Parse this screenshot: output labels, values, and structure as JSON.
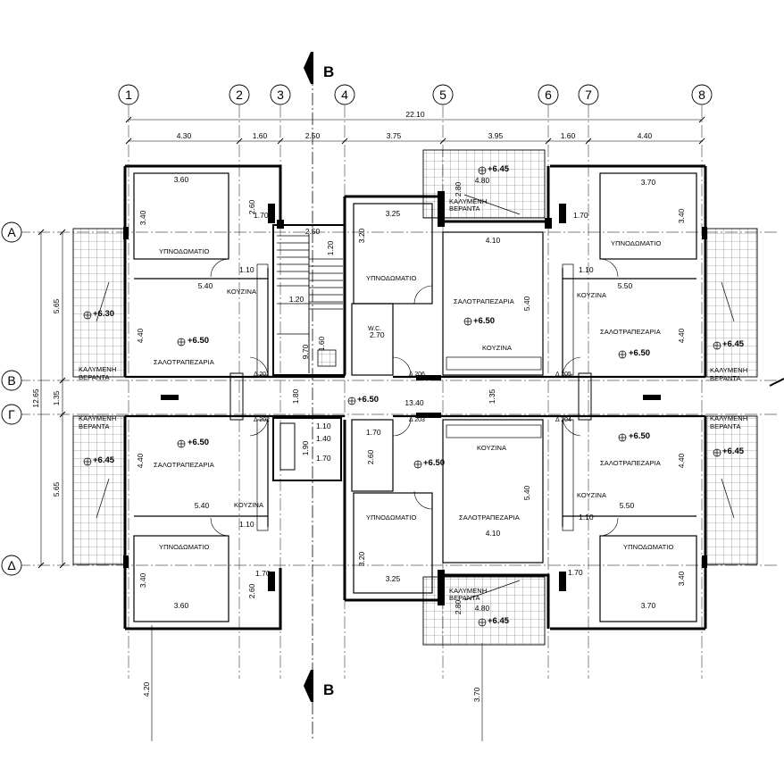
{
  "grid_columns": [
    "1",
    "2",
    "3",
    "4",
    "5",
    "6",
    "7",
    "8"
  ],
  "grid_rows": [
    "Α",
    "Β",
    "Γ",
    "Δ"
  ],
  "section_label": "Β",
  "top_dims": {
    "total": "22.10",
    "spans": [
      "4.30",
      "1.60",
      "2.50",
      "3.75",
      "3.95",
      "1.60",
      "4.40"
    ]
  },
  "left_dims": {
    "total": "12.65",
    "spans": [
      "5.65",
      "1.35",
      "5.65"
    ]
  },
  "bottom_dims": {
    "left": "4.20",
    "right": "3.70"
  },
  "room_dims": {
    "br_tl_w": "3.60",
    "br_tl_h": "3.40",
    "bath_tl": "2.60",
    "bath_tl_w": "1.70",
    "k_tl": "1.10",
    "lr_tl_w": "5.40",
    "lr_tl_h": "4.40",
    "br_tr_w": "3.70",
    "br_tr_h": "3.40",
    "bath_tr_w": "1.70",
    "k_tr": "1.10",
    "lr_tr_w": "5.50",
    "lr_tr_h": "4.40",
    "br_cn_w": "3.25",
    "br_cn_h": "3.20",
    "lr_cn_w": "4.10",
    "lr_cn_h": "5.40",
    "ver_n_w": "4.80",
    "ver_n_h": "2.80",
    "bath_cn": "2.70",
    "stair_a": "2.50",
    "stair_b": "1.20",
    "stair_c": "1.20",
    "stair_d": "9.70",
    "stair_e": "1.60",
    "corr": "1.80",
    "corr_len": "13.40",
    "corr_w": "1.35",
    "lift_a": "1.10",
    "lift_b": "1.40",
    "lift_c": "1.70",
    "lift_d": "1.90",
    "br_bl_w": "3.60",
    "br_bl_h": "3.40",
    "bath_bl": "2.60",
    "bath_bl_w": "1.70",
    "k_bl": "1.10",
    "lr_bl_w": "5.40",
    "lr_bl_h": "4.40",
    "br_br_w": "3.70",
    "br_br_h": "3.40",
    "bath_br_w": "1.70",
    "k_br": "1.10",
    "lr_br_w": "5.50",
    "lr_br_h": "4.40",
    "br_cs_w": "3.25",
    "br_cs_h": "3.20",
    "lr_cs_w": "4.10",
    "lr_cs_h": "5.40",
    "ver_s_w": "4.80",
    "ver_s_h": "2.80",
    "bath_cs": "2.60",
    "bath_cs_w": "1.70"
  },
  "rooms": {
    "bedroom": "ΥΠΝΟΔΩΜΑΤΙΟ",
    "living": "ΣΑΛΟΤΡΑΠΕΖΑΡΙΑ",
    "kitchen": "ΚΟΥΖΙΝΑ",
    "veranda_1": "ΚΑΛΥΜΕΝΗ",
    "veranda_2": "ΒΕΡΑΝΤΑ",
    "wc": "W.C."
  },
  "levels": {
    "floor": "+6.50",
    "veranda": "+6.45",
    "veranda_tl": "+6.30"
  },
  "apartments": [
    "Δ 201",
    "Δ 202",
    "Δ 203",
    "Δ 204",
    "Δ 205",
    "Δ 206"
  ]
}
